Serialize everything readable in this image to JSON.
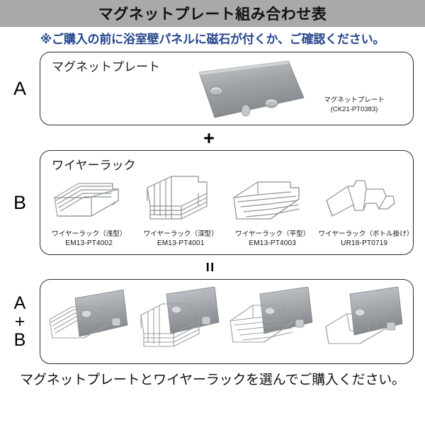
{
  "header": {
    "title": "マグネットプレート組み合わせ表",
    "subtitle": "※ご購入の前に浴室壁パネルに磁石が付くか、ご確認ください。",
    "title_bar_color": "#a9a9a9",
    "subtitle_color": "#27468c"
  },
  "sections": {
    "a": {
      "row_label": "A",
      "heading": "マグネットプレート",
      "product": {
        "name": "マグネットプレート",
        "code": "(CK21-PT0383)",
        "plate_color": "#9a9ea2"
      }
    },
    "b": {
      "row_label": "B",
      "heading": "ワイヤーラック",
      "products": [
        {
          "name": "ワイヤーラック（浅型）",
          "code": "EM13-PT4002",
          "icon": "wire-rack-shallow-icon"
        },
        {
          "name": "ワイヤーラック（深型）",
          "code": "EM13-PT4001",
          "icon": "wire-rack-deep-icon"
        },
        {
          "name": "ワイヤーラック（平型）",
          "code": "EM13-PT4003",
          "icon": "wire-rack-flat-icon"
        },
        {
          "name": "ワイヤーラック（ボトル掛け）",
          "code": "UR18-PT0719",
          "icon": "wire-rack-bottle-icon"
        }
      ]
    },
    "combo": {
      "row_label_line1": "A",
      "row_label_line2": "+",
      "row_label_line3": "B",
      "items": [
        {
          "icon": "combo-shallow-icon"
        },
        {
          "icon": "combo-deep-icon"
        },
        {
          "icon": "combo-flat-icon"
        },
        {
          "icon": "combo-bottle-icon"
        }
      ]
    }
  },
  "operators": {
    "plus": "+",
    "equals": "="
  },
  "footer": {
    "text": "マグネットプレートとワイヤーラックを選んでご購入ください。"
  }
}
